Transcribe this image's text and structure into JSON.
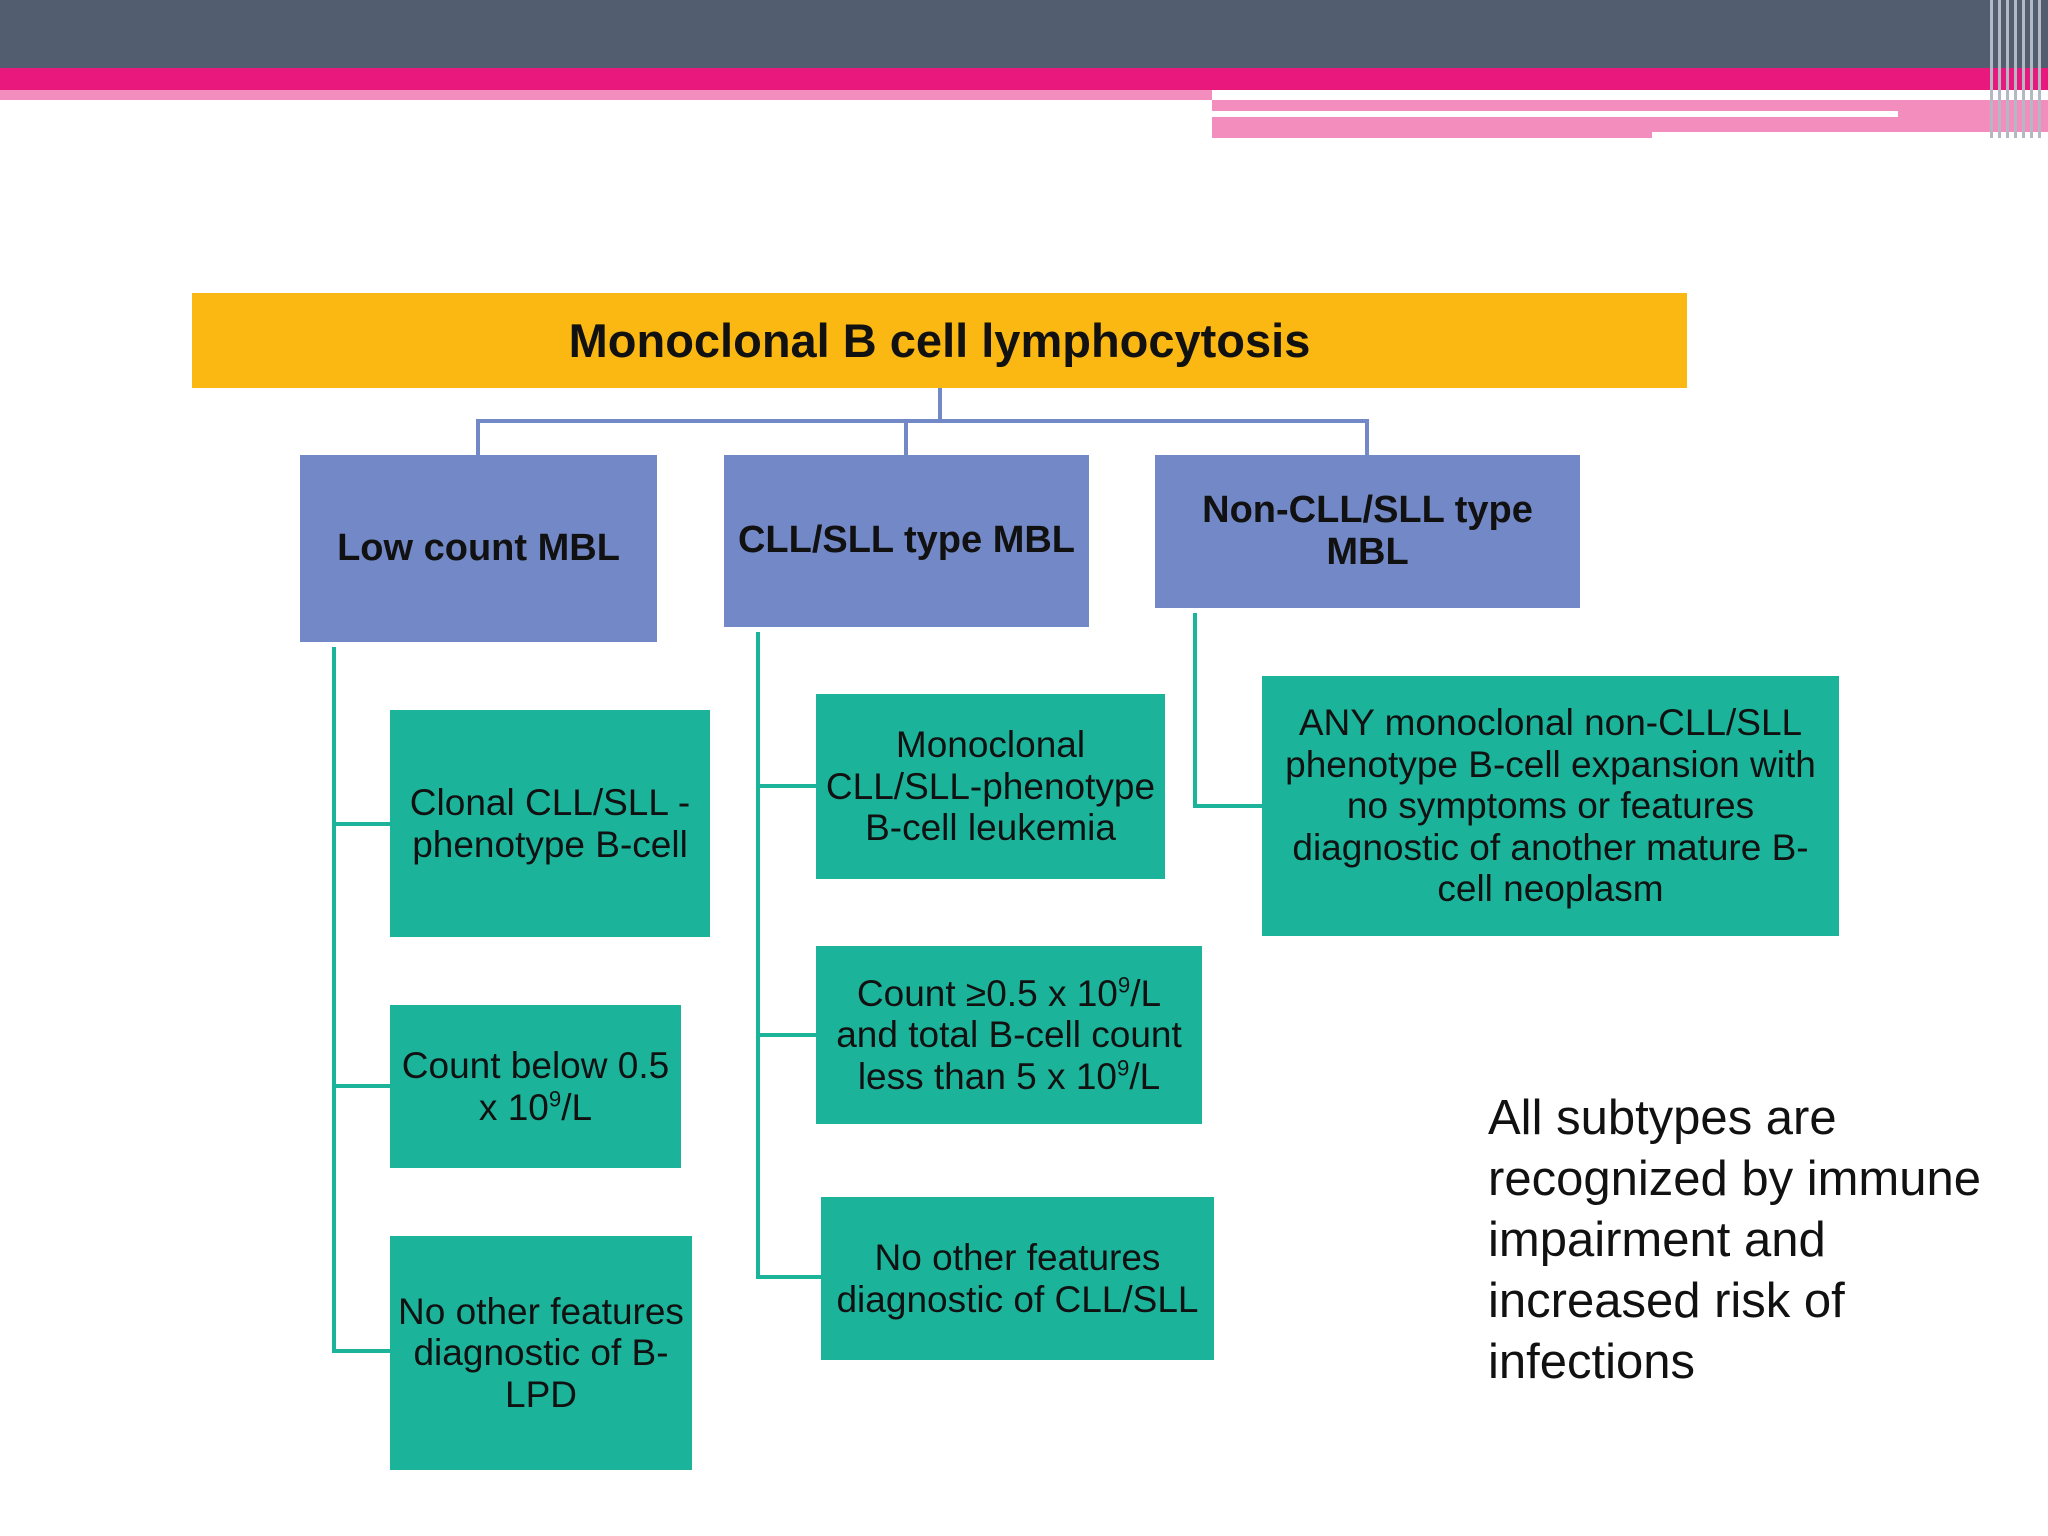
{
  "root": {
    "title": "Monoclonal B cell lymphocytosis"
  },
  "categories": [
    {
      "label": "Low count MBL",
      "items": [
        {
          "text": "Clonal CLL/SLL -phenotype B-cell"
        },
        {
          "pre": "Count below 0.5 x 10",
          "sup": "9",
          "post": "/L"
        },
        {
          "text": "No other features diagnostic of B-LPD"
        }
      ]
    },
    {
      "label": "CLL/SLL type MBL",
      "items": [
        {
          "text": "Monoclonal CLL/SLL-phenotype B-cell leukemia"
        },
        {
          "pre": "Count ≥0.5 x 10",
          "sup": "9",
          "mid": "/L and total B-cell count less than 5 x 10",
          "sup2": "9",
          "post": "/L"
        },
        {
          "text": "No other features diagnostic of CLL/SLL"
        }
      ]
    },
    {
      "label": "Non-CLL/SLL type MBL",
      "items": [
        {
          "text": "ANY monoclonal non-CLL/SLL phenotype B-cell expansion with no symptoms or features diagnostic of another mature B-cell neoplasm"
        }
      ]
    }
  ],
  "note": "All subtypes are recognized by immune impairment and increased risk of infections",
  "colors": {
    "root_fill": "#fbb712",
    "category_fill": "#7389c7",
    "leaf_fill": "#1bb39a",
    "header_dark": "#525d70",
    "header_pink": "#e8187c",
    "header_light_pink": "#f28dbd"
  }
}
